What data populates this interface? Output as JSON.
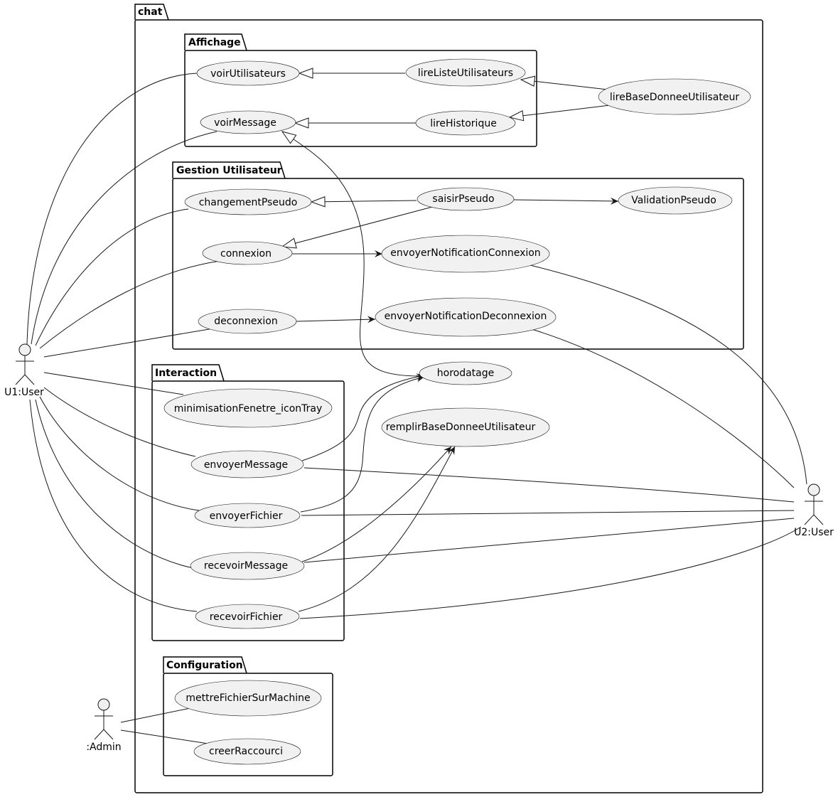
{
  "packages": {
    "chat": "chat",
    "affichage": "Affichage",
    "gestion_utilisateur": "Gestion Utilisateur",
    "interaction": "Interaction",
    "configuration": "Configuration"
  },
  "actors": {
    "u1": "U1:User",
    "u2": "U2:User",
    "admin": ":Admin"
  },
  "usecases": {
    "voirUtilisateurs": "voirUtilisateurs",
    "lireListeUtilisateurs": "lireListeUtilisateurs",
    "voirMessage": "voirMessage",
    "lireHistorique": "lireHistorique",
    "lireBaseDonneeUtilisateur": "lireBaseDonneeUtilisateur",
    "changementPseudo": "changementPseudo",
    "saisirPseudo": "saisirPseudo",
    "ValidationPseudo": "ValidationPseudo",
    "connexion": "connexion",
    "envoyerNotificationConnexion": "envoyerNotificationConnexion",
    "deconnexion": "deconnexion",
    "envoyerNotificationDeconnexion": "envoyerNotificationDeconnexion",
    "horodatage": "horodatage",
    "remplirBaseDonneeUtilisateur": "remplirBaseDonneeUtilisateur",
    "minimisationFenetre_iconTray": "minimisationFenetre_iconTray",
    "envoyerMessage": "envoyerMessage",
    "envoyerFichier": "envoyerFichier",
    "recevoirMessage": "recevoirMessage",
    "recevoirFichier": "recevoirFichier",
    "mettreFichierSurMachine": "mettreFichierSurMachine",
    "creerRaccourci": "creerRaccourci"
  },
  "style": {
    "ellipse_fill": "#f1f1f1",
    "stroke": "#181818"
  }
}
